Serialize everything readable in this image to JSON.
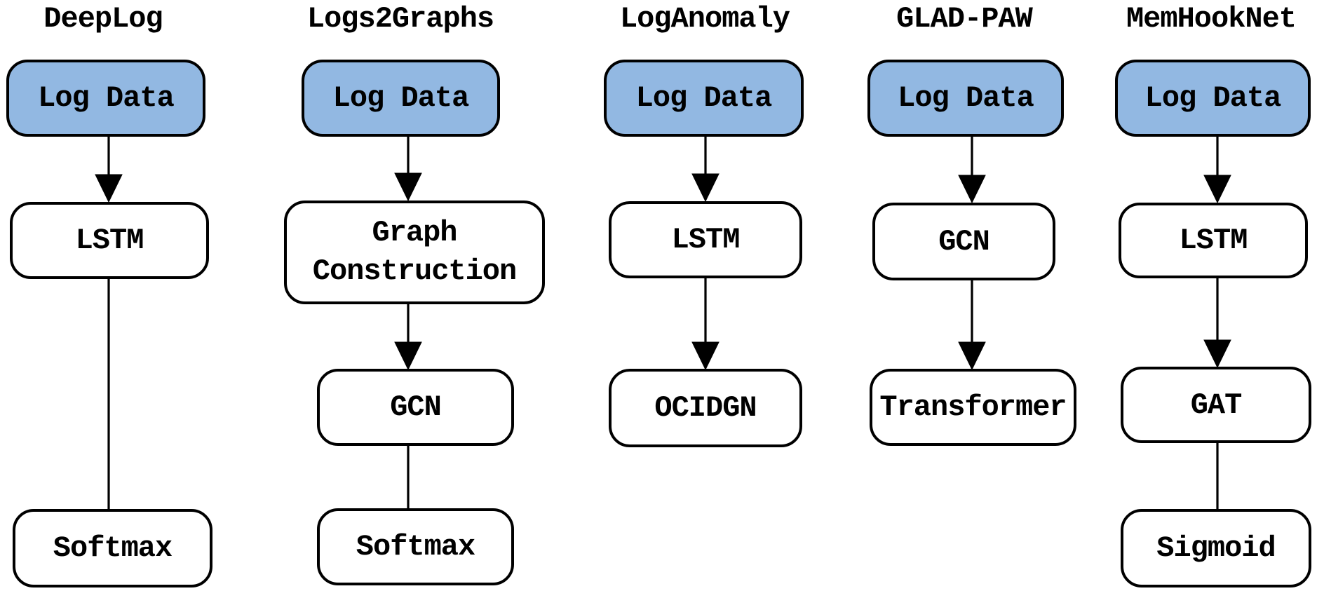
{
  "diagram": {
    "description": "Comparison of log anomaly detection model architectures",
    "columns": [
      {
        "title": "DeepLog",
        "nodes": [
          {
            "label": "Log Data",
            "highlighted": true
          },
          {
            "label": "LSTM",
            "highlighted": false
          },
          {
            "label": "Softmax",
            "highlighted": false
          }
        ],
        "edges": [
          {
            "from": "Log Data",
            "to": "LSTM",
            "arrowhead": true
          },
          {
            "from": "LSTM",
            "to": "Softmax",
            "arrowhead": false
          }
        ]
      },
      {
        "title": "Logs2Graphs",
        "nodes": [
          {
            "label": "Log Data",
            "highlighted": true
          },
          {
            "label": "Graph Construction",
            "highlighted": false
          },
          {
            "label": "GCN",
            "highlighted": false
          },
          {
            "label": "Softmax",
            "highlighted": false
          }
        ],
        "edges": [
          {
            "from": "Log Data",
            "to": "Graph Construction",
            "arrowhead": true
          },
          {
            "from": "Graph Construction",
            "to": "GCN",
            "arrowhead": true
          },
          {
            "from": "GCN",
            "to": "Softmax",
            "arrowhead": false
          }
        ]
      },
      {
        "title": "LogAnomaly",
        "nodes": [
          {
            "label": "Log Data",
            "highlighted": true
          },
          {
            "label": "LSTM",
            "highlighted": false
          },
          {
            "label": "OCIDGN",
            "highlighted": false
          }
        ],
        "edges": [
          {
            "from": "Log Data",
            "to": "LSTM",
            "arrowhead": true
          },
          {
            "from": "LSTM",
            "to": "OCIDGN",
            "arrowhead": true
          }
        ]
      },
      {
        "title": "GLAD-PAW",
        "nodes": [
          {
            "label": "Log Data",
            "highlighted": true
          },
          {
            "label": "GCN",
            "highlighted": false
          },
          {
            "label": "Transformer",
            "highlighted": false
          }
        ],
        "edges": [
          {
            "from": "Log Data",
            "to": "GCN",
            "arrowhead": true
          },
          {
            "from": "GCN",
            "to": "Transformer",
            "arrowhead": true
          }
        ]
      },
      {
        "title": "MemHookNet",
        "nodes": [
          {
            "label": "Log Data",
            "highlighted": true
          },
          {
            "label": "LSTM",
            "highlighted": false
          },
          {
            "label": "GAT",
            "highlighted": false
          },
          {
            "label": "Sigmoid",
            "highlighted": false
          }
        ],
        "edges": [
          {
            "from": "Log Data",
            "to": "LSTM",
            "arrowhead": true
          },
          {
            "from": "LSTM",
            "to": "GAT",
            "arrowhead": true
          },
          {
            "from": "GAT",
            "to": "Sigmoid",
            "arrowhead": false
          }
        ]
      }
    ]
  },
  "colors": {
    "log_data_fill": "#92B8E2",
    "box_fill": "#FFFFFF",
    "line_color": "#000000",
    "background": "#FFFFFF"
  }
}
